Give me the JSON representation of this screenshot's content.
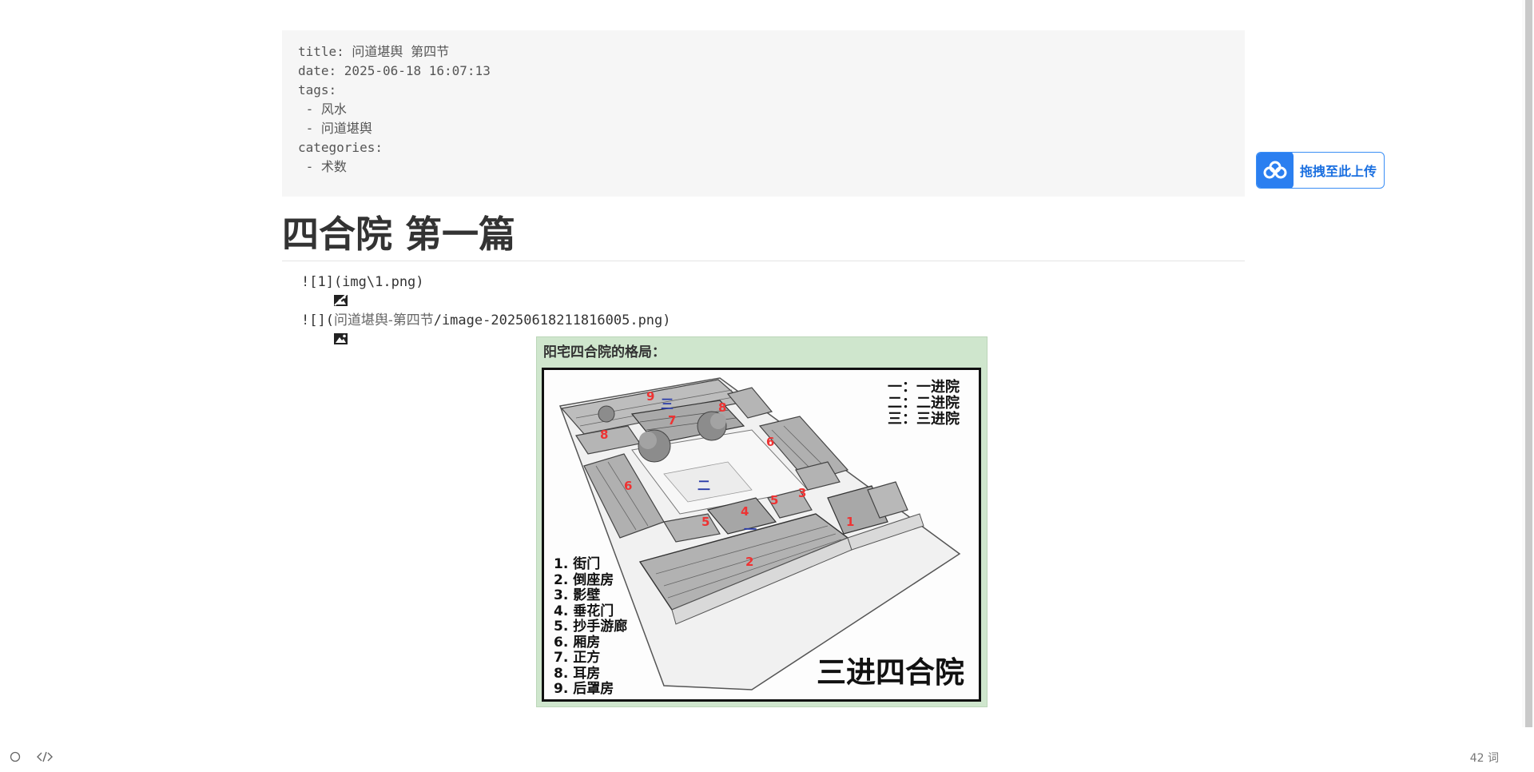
{
  "front_matter": {
    "lines": [
      "title: 问道堪舆 第四节",
      "date: 2025-06-18 16:07:13",
      "tags:",
      " - 风水",
      " - 问道堪舆",
      "categories:",
      " - 术数"
    ]
  },
  "heading": "四合院 第一篇",
  "image_refs": [
    {
      "prefix": "![1](img\\1.png)",
      "icon": "broken-image-icon"
    },
    {
      "prefix": "![](",
      "path_cn": "问道堪舆-第四节",
      "suffix": "/image-20250618211816005.png)",
      "icon": "image-icon"
    }
  ],
  "figure": {
    "title": "阳宅四合院的格局：",
    "courtyard_legend": [
      "一：一进院",
      "二：二进院",
      "三：三进院"
    ],
    "building_legend": [
      "1. 街门",
      "2. 倒座房",
      "3. 影壁",
      "4. 垂花门",
      "5. 抄手游廊",
      "6. 厢房",
      "7. 正方",
      "8. 耳房",
      "9. 后罩房"
    ],
    "caption": "三进四合院",
    "building_numbers": [
      "9",
      "三",
      "8",
      "7",
      "8",
      "6",
      "6",
      "二",
      "3",
      "5",
      "4",
      "5",
      "1",
      "一",
      "2"
    ]
  },
  "upload": {
    "label": "拖拽至此上传",
    "accent": "#2b7ff0"
  },
  "statusbar": {
    "word_count": "42 词"
  }
}
